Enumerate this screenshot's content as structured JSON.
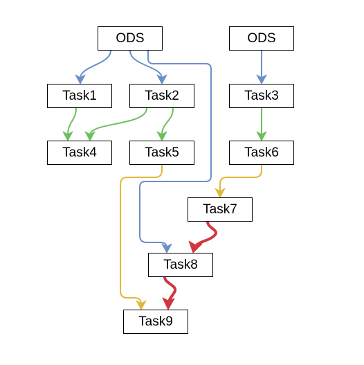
{
  "nodes": {
    "ods1": "ODS",
    "ods2": "ODS",
    "task1": "Task1",
    "task2": "Task2",
    "task3": "Task3",
    "task4": "Task4",
    "task5": "Task5",
    "task6": "Task6",
    "task7": "Task7",
    "task8": "Task8",
    "task9": "Task9"
  },
  "colors": {
    "blue": "#6b8fc9",
    "green": "#6cbf5b",
    "yellow": "#dfb93c",
    "red": "#d0383f"
  },
  "edges": [
    {
      "from": "ODS",
      "to": "Task1",
      "color": "blue"
    },
    {
      "from": "ODS",
      "to": "Task2",
      "color": "blue"
    },
    {
      "from": "ODS",
      "to": "Task8",
      "color": "blue"
    },
    {
      "from": "ODS",
      "to": "Task3",
      "color": "blue"
    },
    {
      "from": "Task1",
      "to": "Task4",
      "color": "green"
    },
    {
      "from": "Task2",
      "to": "Task4",
      "color": "green"
    },
    {
      "from": "Task2",
      "to": "Task5",
      "color": "green"
    },
    {
      "from": "Task3",
      "to": "Task6",
      "color": "green"
    },
    {
      "from": "Task5",
      "to": "Task9",
      "color": "yellow"
    },
    {
      "from": "Task6",
      "to": "Task7",
      "color": "yellow"
    },
    {
      "from": "Task7",
      "to": "Task8",
      "color": "red"
    },
    {
      "from": "Task8",
      "to": "Task9",
      "color": "red"
    }
  ]
}
